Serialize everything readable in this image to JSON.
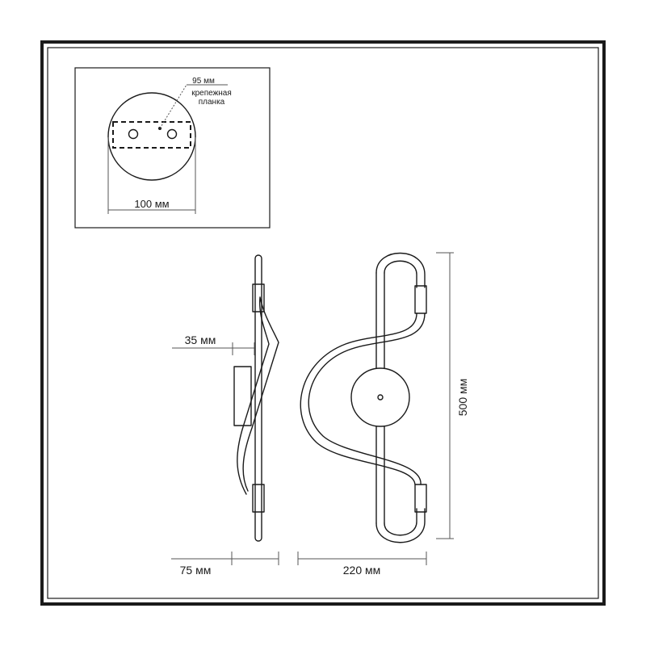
{
  "mount_plate_view": {
    "bar_dimension": "95 мм",
    "bar_label_line1": "крепежная",
    "bar_label_line2": "планка",
    "diameter_dimension": "100 мм"
  },
  "side_view": {
    "offset_dimension": "35 мм",
    "depth_dimension": "75 мм"
  },
  "front_view": {
    "width_dimension": "220 мм",
    "height_dimension": "500 мм"
  },
  "colors": {
    "line": "#1a1a1a",
    "background": "#ffffff"
  }
}
